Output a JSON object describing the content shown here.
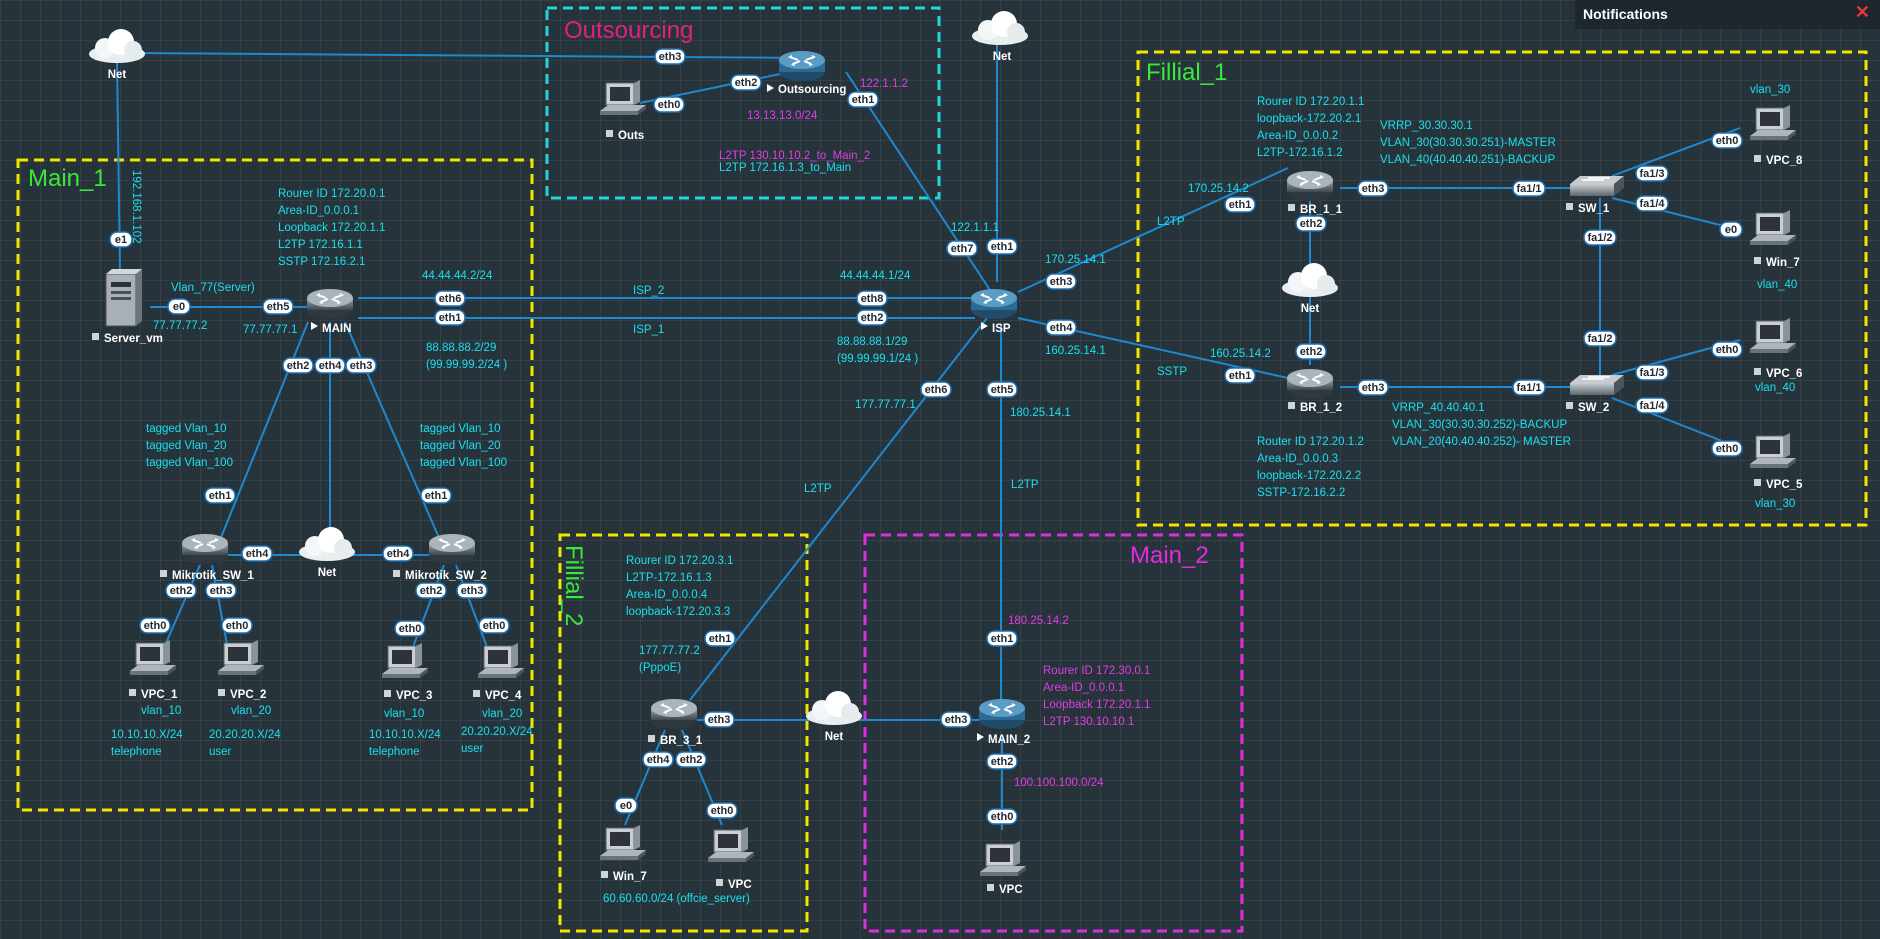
{
  "notifications": {
    "title": "Notifications",
    "close_icon": "close-icon"
  },
  "areas": {
    "main1": "Main_1",
    "outsourcing": "Outsourcing",
    "fillial1": "Fillial_1",
    "fillial2": "Fillial_2",
    "main2": "Main_2"
  },
  "nodes": {
    "net_top_left": "Net",
    "net_top": "Net",
    "net_fillial1": "Net",
    "net_main1": "Net",
    "net_bottom": "Net",
    "server": "Server_vm",
    "main": "MAIN",
    "outsourcing": "Outsourcing",
    "outs": "Outs",
    "isp": "ISP",
    "mikrotik1": "Mikrotik_SW_1",
    "mikrotik2": "Mikrotik_SW_2",
    "vpc1": "VPC_1",
    "vpc2": "VPC_2",
    "vpc3": "VPC_3",
    "vpc4": "VPC_4",
    "br11": "BR_1_1",
    "br12": "BR_1_2",
    "sw1": "SW_1",
    "sw2": "SW_2",
    "vpc8": "VPC_8",
    "win7a": "Win_7",
    "vpc6": "VPC_6",
    "vpc5": "VPC_5",
    "br31": "BR_3_1",
    "win7b": "Win_7",
    "vpc_f2": "VPC",
    "main2": "MAIN_2",
    "vpc_m2": "VPC"
  },
  "ports": {
    "p_e1": "e1",
    "p_e0_srv": "e0",
    "p_eth5_main": "eth5",
    "p_eth6_main": "eth6",
    "p_eth1_main": "eth1",
    "p_eth2_main": "eth2",
    "p_eth4_main": "eth4",
    "p_eth3_main": "eth3",
    "p_eth3_out": "eth3",
    "p_eth2_out": "eth2",
    "p_eth1_out": "eth1",
    "p_eth0_outs": "eth0",
    "p_eth7_isp": "eth7",
    "p_eth1_isp_top": "eth1",
    "p_eth8_isp": "eth8",
    "p_eth2_isp": "eth2",
    "p_eth3_isp": "eth3",
    "p_eth4_isp": "eth4",
    "p_eth6_isp": "eth6",
    "p_eth5_isp": "eth5",
    "p_eth1_mk1": "eth1",
    "p_eth4_mk1": "eth4",
    "p_eth2_mk1": "eth2",
    "p_eth3_mk1": "eth3",
    "p_eth1_mk2": "eth1",
    "p_eth4_mk2": "eth4",
    "p_eth2_mk2": "eth2",
    "p_eth3_mk2": "eth3",
    "p_eth0_vpc1": "eth0",
    "p_eth0_vpc2": "eth0",
    "p_eth0_vpc3": "eth0",
    "p_eth0_vpc4": "eth0",
    "p_eth1_br11": "eth1",
    "p_eth3_br11": "eth3",
    "p_eth2_br11": "eth2",
    "p_eth2_br12": "eth2",
    "p_eth1_br12": "eth1",
    "p_eth3_br12": "eth3",
    "p_fa11_sw1": "fa1/1",
    "p_fa13_sw1": "fa1/3",
    "p_fa14_sw1": "fa1/4",
    "p_fa12_sw1": "fa1/2",
    "p_fa12_sw2": "fa1/2",
    "p_fa11_sw2": "fa1/1",
    "p_fa13_sw2": "fa1/3",
    "p_fa14_sw2": "fa1/4",
    "p_eth0_vpc8": "eth0",
    "p_e0_win7a": "e0",
    "p_eth0_vpc6": "eth0",
    "p_eth0_vpc5": "eth0",
    "p_eth1_br31": "eth1",
    "p_eth3_br31": "eth3",
    "p_eth4_br31": "eth4",
    "p_eth2_br31": "eth2",
    "p_e0_win7b": "e0",
    "p_eth0_vpcf2": "eth0",
    "p_eth1_main2": "eth1",
    "p_eth3_main2": "eth3",
    "p_eth2_main2": "eth2",
    "p_eth0_vpcm2": "eth0"
  },
  "labels": {
    "ip_192": "192.168.1.102",
    "vlan77": "Vlan_77(Server)",
    "ip_77_2": "77.77.77.2",
    "ip_77_1": "77.77.77.1",
    "main_info": [
      "Rourer ID 172.20.0.1",
      "Area-ID_0.0.0.1",
      "Loopback 172.20.1.1",
      "L2TP 172.16.1.1",
      "SSTP 172.16.2.1"
    ],
    "ip_44_2": "44.44.44.2/24",
    "ip_88_2": "88.88.88.2/29",
    "ip_99_2": "(99.99.99.2/24 )",
    "isp2": "ISP_2",
    "isp1": "ISP_1",
    "ip_44_1": "44.44.44.1/24",
    "ip_88_1": "88.88.88.1/29",
    "ip_99_1": "(99.99.99.1/24 )",
    "ip_122_2": "122.1.1.2",
    "ip_13": "13.13.13.0/24",
    "l2tp_out1": "L2TP 130.10.10.2_to_Main_2",
    "l2tp_out2": "L2TP  172.16.1.3_to_Main",
    "ip_122_1": "122.1.1.1",
    "ip_170_1": "170.25.14.1",
    "ip_160_1": "160.25.14.1",
    "ip_177_1": "177.77.77.1",
    "ip_180_1": "180.25.14.1",
    "l2tp_a": "L2TP",
    "sstp": "SSTP",
    "l2tp_b": "L2TP",
    "l2tp_c": "L2TP",
    "mk1_tags": [
      "tagged Vlan_10",
      "tagged Vlan_20",
      "tagged Vlan_100"
    ],
    "mk2_tags": [
      "tagged Vlan_10",
      "tagged Vlan_20",
      "tagged Vlan_100"
    ],
    "vpc1_vlan": "vlan_10",
    "vpc2_vlan": "vlan_20",
    "vpc3_vlan": "vlan_10",
    "vpc4_vlan": "vlan_20",
    "vpc1_net": "10.10.10.X/24",
    "vpc1_role": "telephone",
    "vpc2_net": "20.20.20.X/24",
    "vpc2_role": "user",
    "vpc3_net": "10.10.10.X/24",
    "vpc3_role": "telephone",
    "vpc4_net": "20.20.20.X/24",
    "vpc4_role": "user",
    "br11_info": [
      "Rourer ID 172.20.1.1",
      "loopback-172.20.2.1",
      "Area-ID_0.0.0.2",
      "L2TP-172.16.1.2"
    ],
    "ip_170_2": "170.25.14.2",
    "vrrp1": [
      "VRRP_30.30.30.1",
      "VLAN_30(30.30.30.251)-MASTER",
      "VLAN_40(40.40.40.251)-BACKUP"
    ],
    "vpc8_vlan": "vlan_30",
    "win7a_vlan": "vlan_40",
    "vpc6_vlan": "vlan_40",
    "vpc5_vlan": "vlan_30",
    "ip_160_2": "160.25.14.2",
    "vrrp2": [
      "VRRP_40.40.40.1",
      "VLAN_30(30.30.30.252)-BACKUP",
      "VLAN_20(40.40.40.252)- MASTER"
    ],
    "br12_info": [
      "Router ID 172.20.1.2",
      "Area-ID_0.0.0.3",
      "loopback-172.20.2.2",
      "SSTP-172.16.2.2"
    ],
    "br31_info": [
      "Rourer ID 172.20.3.1",
      "L2TP-172.16.1.3",
      "Area-ID_0.0.0.4",
      "loopback-172.20.3.3"
    ],
    "ip_177_2": "177.77.77.2",
    "pppoe": "(PppoE)",
    "net60": "60.60.60.0/24 (offcie_server)",
    "ip_180_2": "180.25.14.2",
    "main2_info": [
      "Rourer ID 172.30.0.1",
      "Area-ID_0.0.0.1",
      "Loopback 172.20.1.1",
      "L2TP  130.10.10.1"
    ],
    "net100": "100.100.100.0/24"
  },
  "colors": {
    "cyan_text": "#19e0ee",
    "magenta_text": "#e23ce6",
    "link": "#1e88d0",
    "main1_border": "#f2e600",
    "outsourcing_border": "#22d6d6",
    "main2_border": "#e02be0",
    "area_green": "#39e83a",
    "outsourcing_title": "#e0217e"
  }
}
